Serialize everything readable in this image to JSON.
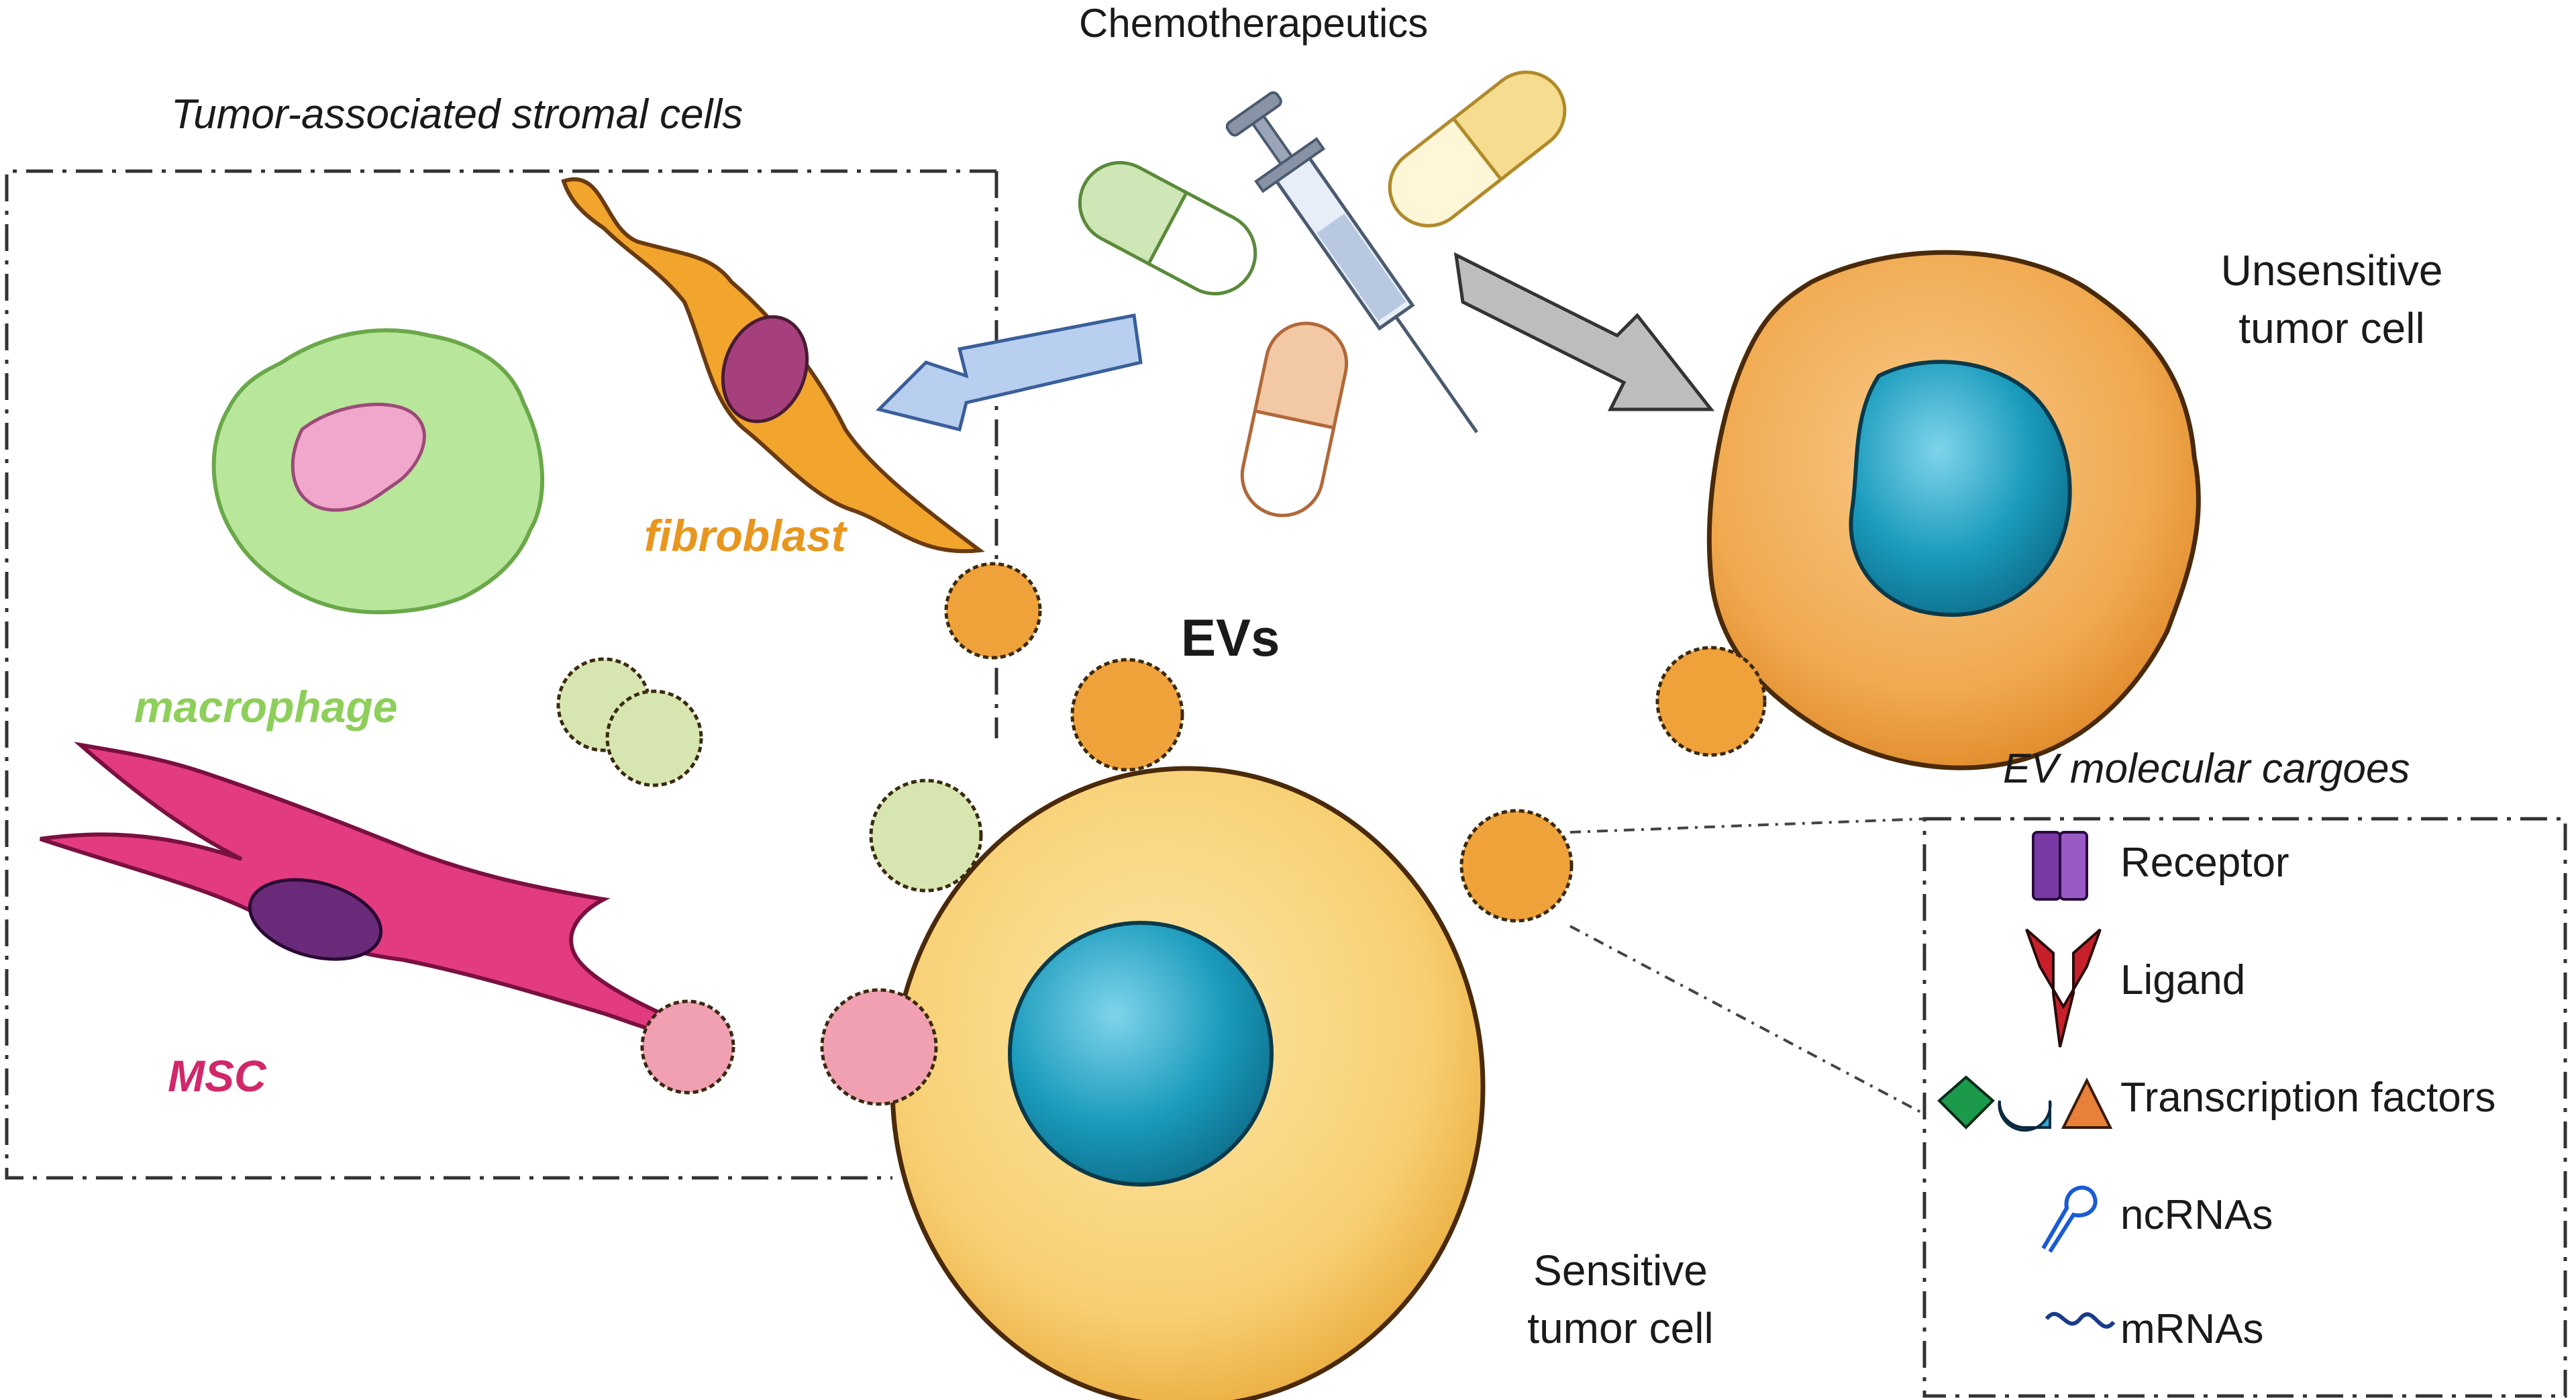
{
  "labels": {
    "chemotherapeutics": "Chemotherapeutics",
    "stromal_title": "Tumor-associated stromal cells",
    "fibroblast": "fibroblast",
    "macrophage": "macrophage",
    "msc": "MSC",
    "evs": "EVs",
    "unsensitive_line1": "Unsensitive",
    "unsensitive_line2": "tumor cell",
    "sensitive_line1": "Sensitive",
    "sensitive_line2": "tumor cell",
    "cargo_title": "EV molecular cargoes"
  },
  "legend": [
    {
      "label": "Receptor",
      "icon": "receptor-icon"
    },
    {
      "label": "Ligand",
      "icon": "ligand-icon"
    },
    {
      "label": "Transcription factors",
      "icon": "transcription-factor-icons"
    },
    {
      "label": "ncRNAs",
      "icon": "ncrna-icon"
    },
    {
      "label": "mRNAs",
      "icon": "mrna-icon"
    }
  ],
  "colors": {
    "fibroblast": "#e8961e",
    "macrophage": "#8dcf5a",
    "msc": "#d1286b",
    "sensitive_cell": "#f7cf72",
    "unsensitive_cell": "#f0a94e",
    "nucleus": "#1b9bbd",
    "arrow_blue": "#b8cff0",
    "arrow_gray": "#bdbdbd"
  }
}
